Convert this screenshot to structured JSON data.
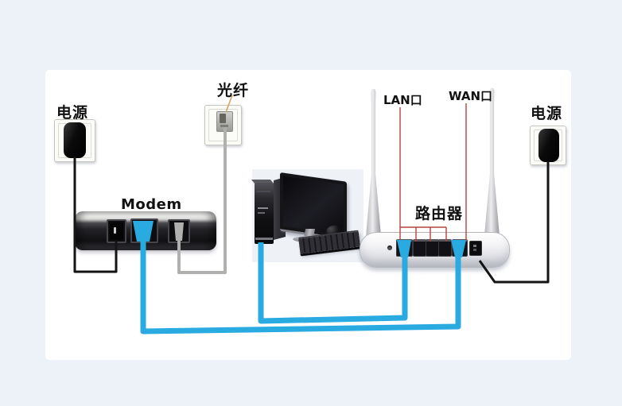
{
  "scene": {
    "labels": {
      "power_left": "电源",
      "fiber": "光纤",
      "modem": "Modem",
      "lan": "LAN口",
      "wan": "WAN口",
      "router": "路由器",
      "power_right": "电源"
    },
    "colors": {
      "background": "#edf1f8",
      "panel": "#ffffff",
      "cable_blue": "#29abe2",
      "cable_black": "#141414",
      "cable_gray": "#b0b0ae",
      "fiber_orange": "#dba45f",
      "annotation_red": "#b5433f",
      "text": "#111111"
    }
  }
}
